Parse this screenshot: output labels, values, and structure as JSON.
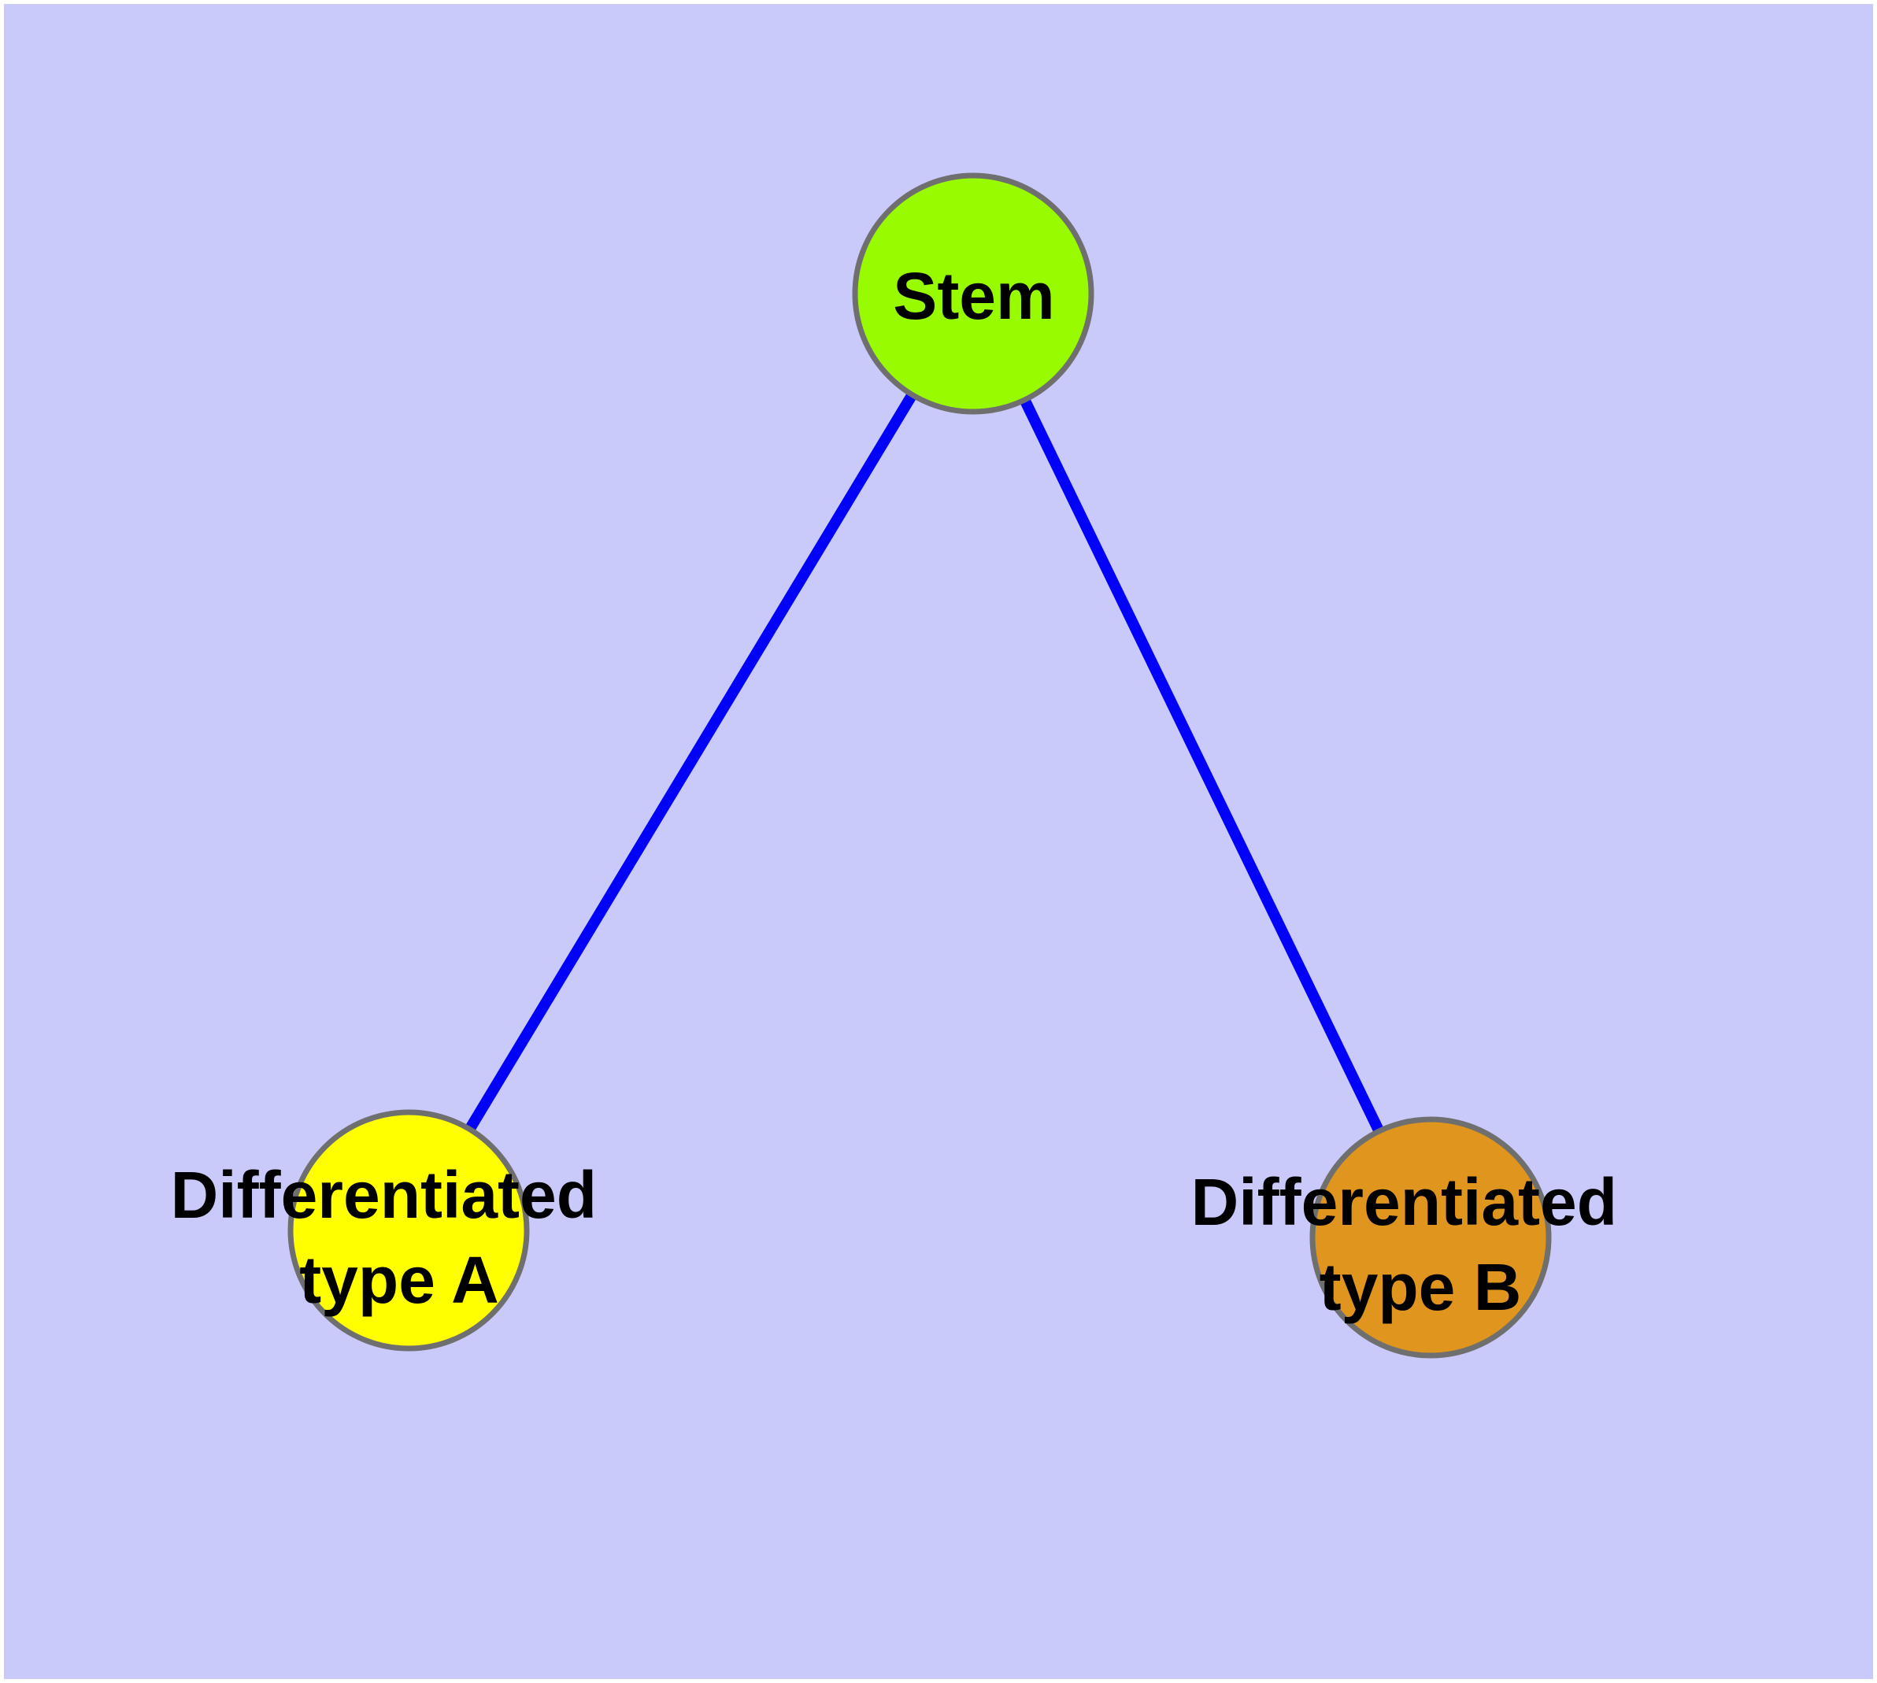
{
  "diagram": {
    "kind": "node-link-graph",
    "description": "Stem cell differentiation graph: one stem node connected to two differentiated cell type nodes",
    "margin_color": "#FFFFFF",
    "background_color": "#CACAFA",
    "edge_color": "#0202F8",
    "node_stroke_color": "#6F6F6F",
    "label_color": "#000000",
    "nodes": {
      "stem": {
        "label": "Stem",
        "fill": "#99FB00"
      },
      "type_a": {
        "label_line1": "Differentiated",
        "label_line2": "type A",
        "fill": "#FFFF00"
      },
      "type_b": {
        "label_line1": "Differentiated",
        "label_line2": "type B",
        "fill": "#E0951E"
      }
    },
    "edges": [
      {
        "from": "Stem",
        "to": "Differentiated type A"
      },
      {
        "from": "Stem",
        "to": "Differentiated type B"
      }
    ]
  }
}
